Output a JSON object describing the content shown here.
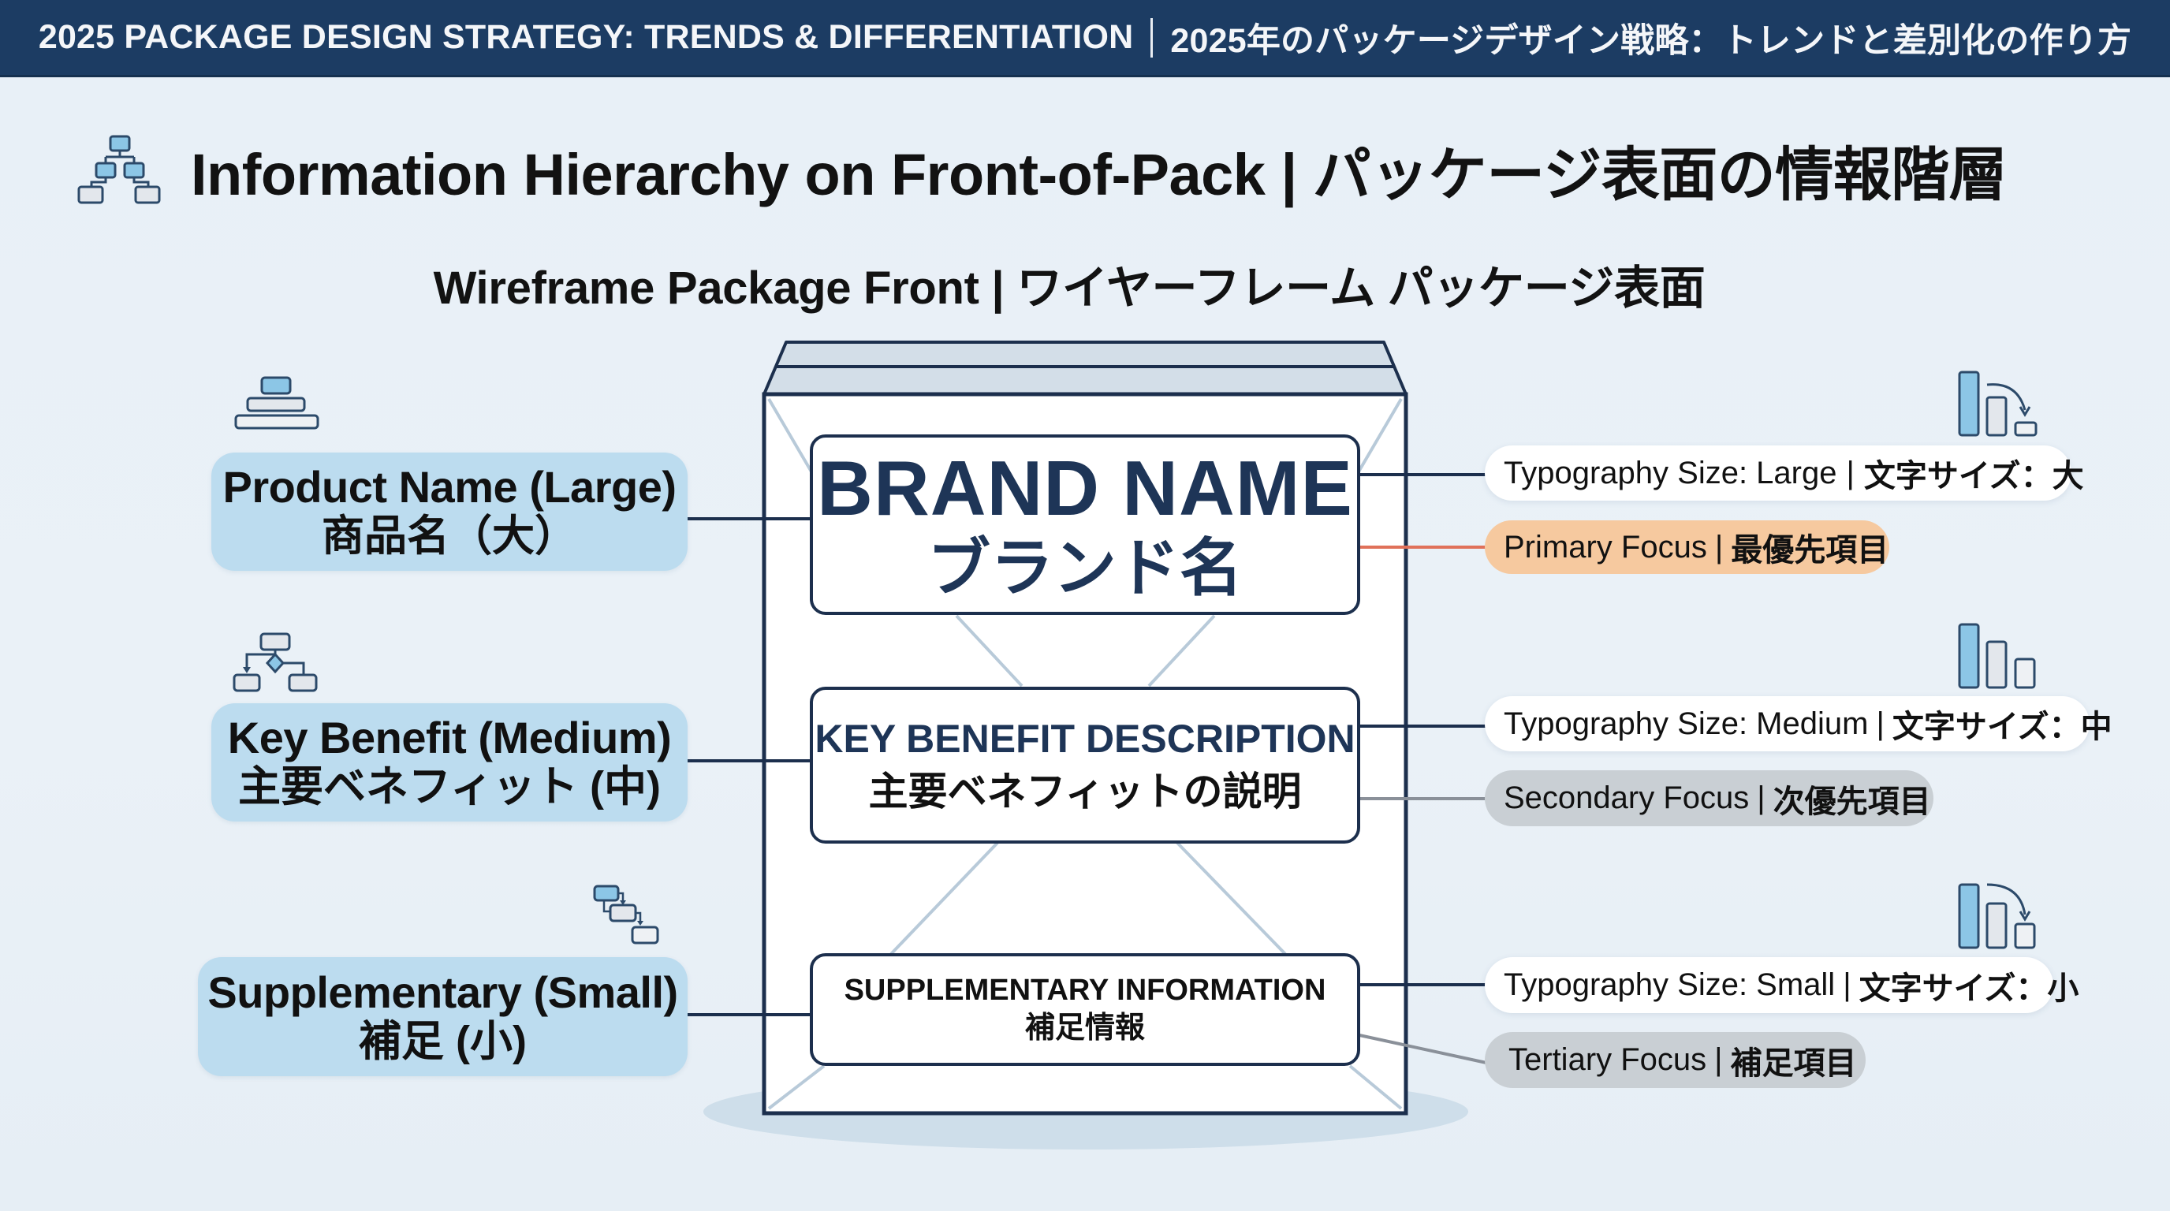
{
  "header": {
    "title_en": "2025 PACKAGE DESIGN STRATEGY: TRENDS & DIFFERENTIATION",
    "title_jp": "2025年のパッケージデザイン戦略：トレンドと差別化の作り方"
  },
  "section": {
    "icon": "hierarchy-tree-icon",
    "title": "Information Hierarchy on Front-of-Pack | パッケージ表面の情報階層"
  },
  "diagram": {
    "subtitle": "Wireframe Package Front | ワイヤーフレーム パッケージ表面",
    "left_labels": [
      {
        "en": "Product Name (Large)",
        "jp": "商品名（大）",
        "icon": "stacked-layers-icon"
      },
      {
        "en": "Key Benefit (Medium)",
        "jp": "主要ベネフィット (中)",
        "icon": "decision-flow-icon"
      },
      {
        "en": "Supplementary (Small)",
        "jp": "補足 (小)",
        "icon": "cascade-steps-icon"
      }
    ],
    "package_blocks": [
      {
        "en": "BRAND NAME",
        "jp": "ブランド名"
      },
      {
        "en": "KEY BENEFIT DESCRIPTION",
        "jp": "主要ベネフィットの説明"
      },
      {
        "en": "SUPPLEMENTARY INFORMATION",
        "jp": "補足情報"
      }
    ],
    "right_annotations": [
      {
        "size_en": "Typography Size: Large ",
        "size_jp": "文字サイズ：大",
        "focus_en": "Primary Focus",
        "focus_jp": "最優先項目",
        "focus_color": "#f6c99f",
        "line_color": "#e0715a",
        "icon": "descending-bars-arrow-icon"
      },
      {
        "size_en": "Typography Size: Medium",
        "size_jp": "文字サイズ：中",
        "focus_en": "Secondary Focus",
        "focus_jp": "次優先項目",
        "focus_color": "#c9cfd4",
        "line_color": "#8a9099",
        "icon": "descending-bars-icon"
      },
      {
        "size_en": "Typography Size: Small",
        "size_jp": "文字サイズ：小",
        "focus_en": "Tertiary Focus",
        "focus_jp": "補足項目",
        "focus_color": "#c9cfd4",
        "line_color": "#8a9099",
        "icon": "descending-bars-arrow-icon"
      }
    ],
    "separator": "|"
  },
  "colors": {
    "header_bg": "#1c3c63",
    "navy": "#1c2f4d",
    "label_blue": "#bcdcef",
    "accent_orange": "#e0715a"
  }
}
